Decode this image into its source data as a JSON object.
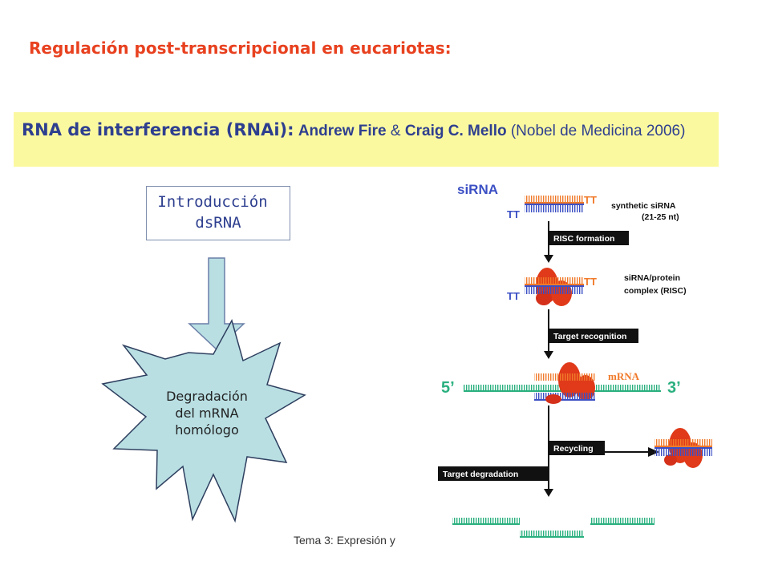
{
  "title": "Regulación post-transcripcional en eucariotas:",
  "banner": {
    "rna_label": "RNA de interferencia (RNAi)",
    "colon": ":",
    "name1": "Andrew Fire",
    "amp": "&",
    "name2": "Craig C. Mello",
    "rest": "(Nobel de Medicina 2006)"
  },
  "intro_box": {
    "line1": "Introducción",
    "line2": "dsRNA"
  },
  "star": {
    "line1": "Degradación",
    "line2": "del mRNA",
    "line3": "homólogo"
  },
  "figure": {
    "sirna_label": "siRNA",
    "tt": "TT",
    "synthetic_line1": "synthetic siRNA",
    "synthetic_line2": "(21-25 nt)",
    "risc_formation": "RISC formation",
    "complex_line1": "siRNA/protein",
    "complex_line2": "complex (RISC)",
    "target_recognition": "Target recognition",
    "five_prime": "5’",
    "three_prime": "3’",
    "mrna": "mRNA",
    "recycling": "Recycling",
    "target_degradation": "Target degradation"
  },
  "colors": {
    "title": "#e8411f",
    "banner_bg": "#fbf9a0",
    "banner_text": "#2e3f8f",
    "arrow_fill": "#b9dfe3",
    "star_fill": "#b9dfe3",
    "orange_strand": "#f07a2a",
    "blue_strand": "#3b4fc4",
    "green_strand": "#2ab07f",
    "protein": "#e03a1a"
  },
  "footer": "Tema 3: Expresión y"
}
